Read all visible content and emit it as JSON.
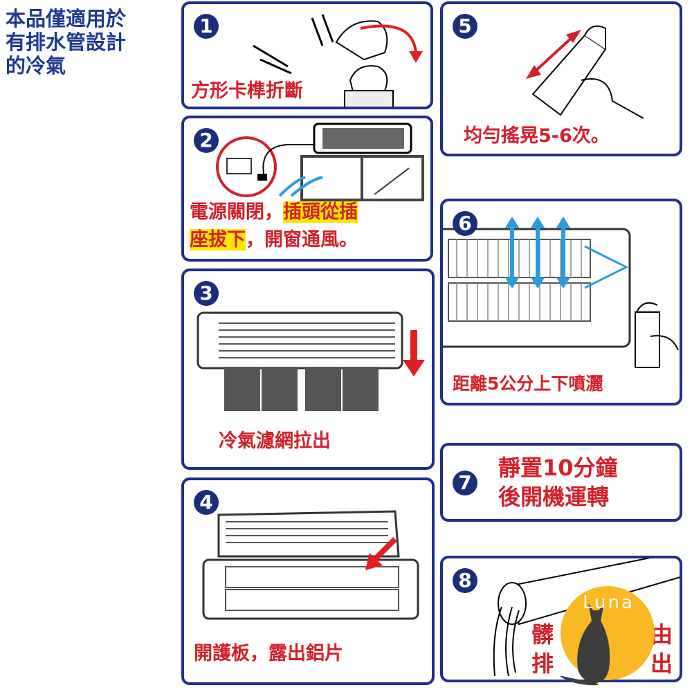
{
  "note": {
    "lines": [
      "本品僅適用於",
      "有排水管設計",
      "的冷氣"
    ]
  },
  "steps": [
    {
      "number": "1",
      "caption": "方形卡榫折斷"
    },
    {
      "number": "2",
      "caption_line1_plain": "電源關閉，",
      "caption_line1_highlight": "插頭從插",
      "caption_line2_highlight": "座拔下",
      "caption_line2_plain": "，開窗通風。"
    },
    {
      "number": "3",
      "caption": "冷氣濾網拉出"
    },
    {
      "number": "4",
      "caption": "開護板，露出鋁片"
    },
    {
      "number": "5",
      "caption": "均勻搖晃5-6次。"
    },
    {
      "number": "6",
      "caption": "距離5公分上下噴灑"
    },
    {
      "number": "7",
      "caption_line1": "靜置10分鐘",
      "caption_line2": "後開機運轉"
    },
    {
      "number": "8",
      "caption_line1_a": "髒",
      "caption_line1_b": "由",
      "caption_line2_a": "排",
      "caption_line2_b": "出"
    }
  ],
  "colors": {
    "border": "#1f2f8c",
    "caption": "#d4202a",
    "highlight": "#ffe600",
    "arrow_red": "#e02020",
    "arrow_blue": "#2a9be0",
    "logo_bg": "#f9b824"
  },
  "logo": {
    "text": "Luna"
  }
}
